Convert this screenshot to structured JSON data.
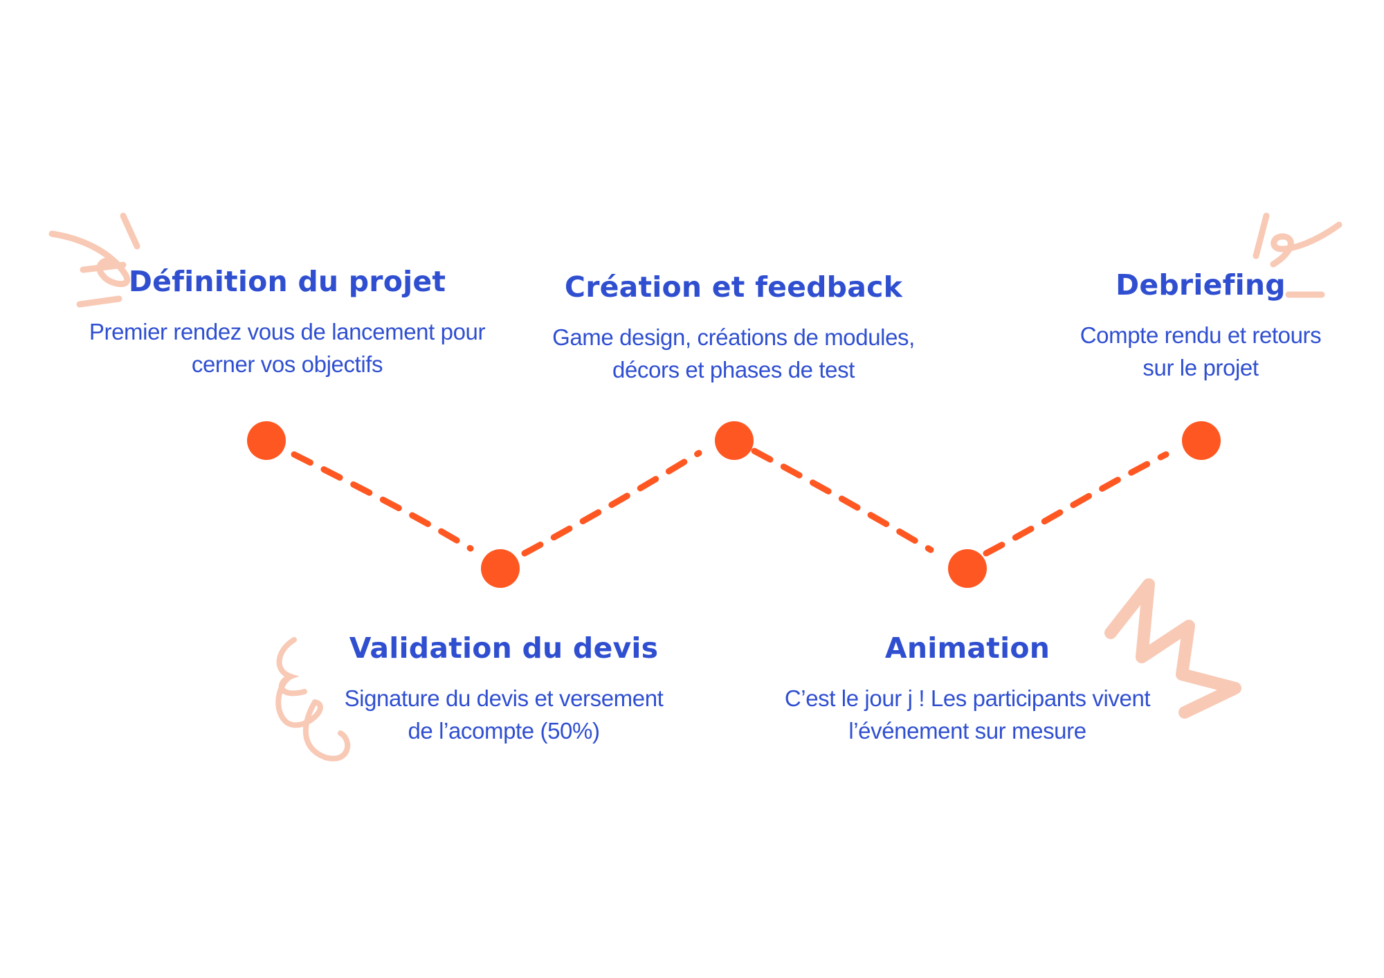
{
  "colors": {
    "text": "#2f4fd0",
    "accent": "#ff5722",
    "decor": "#f8c9b5",
    "background": "#ffffff"
  },
  "steps": [
    {
      "title": "Définition du projet",
      "description": "Premier rendez vous de lancement pour\ncerner vos objectifs",
      "level": "high"
    },
    {
      "title": "Validation du devis",
      "description": "Signature du devis et versement\nde l’acompte (50%)",
      "level": "low"
    },
    {
      "title": "Création et feedback",
      "description": "Game design, créations de modules,\ndécors et phases de test",
      "level": "high"
    },
    {
      "title": "Animation",
      "description": "C’est le jour j !  Les participants vivent\nl’événement sur mesure",
      "level": "low"
    },
    {
      "title": "Debriefing",
      "description": "Compte rendu et retours\nsur le projet",
      "level": "high"
    }
  ]
}
